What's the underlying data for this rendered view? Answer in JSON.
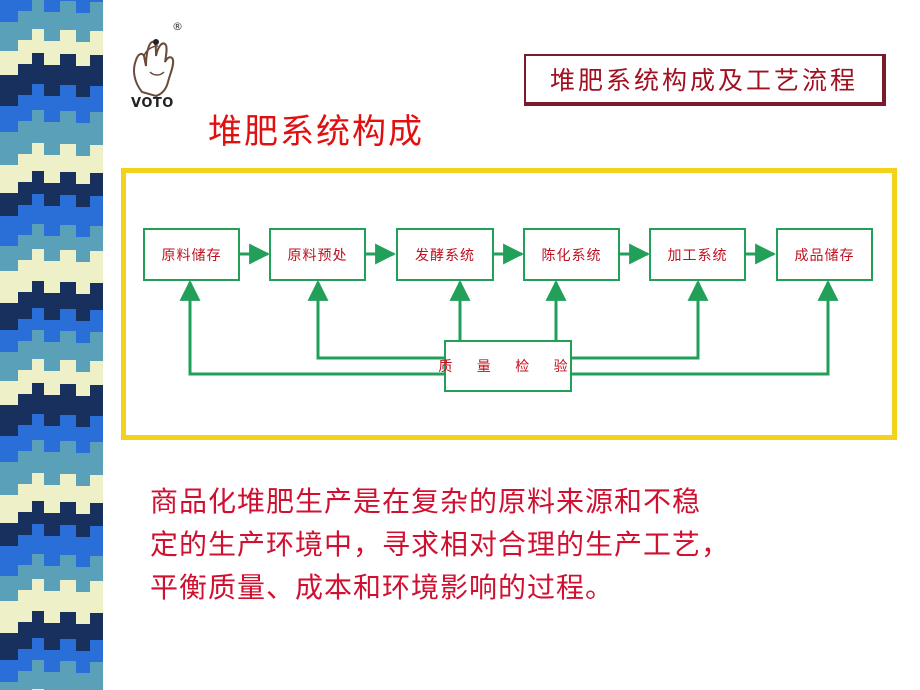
{
  "slide": {
    "title_box": "堆肥系统构成及工艺流程",
    "heading": "堆肥系统构成",
    "logo_text": "VOTO",
    "registered_mark": "®",
    "body_lines": [
      "商品化堆肥生产是在复杂的原料来源和不稳",
      "定的生产环境中，寻求相对合理的生产工艺，",
      "平衡质量、成本和环境影响的过程。"
    ]
  },
  "diagram": {
    "process_steps": [
      "原料储存",
      "原料预处",
      "发酵系统",
      "陈化系统",
      "加工系统",
      "成品储存"
    ],
    "quality_box": "质 量 检 验"
  },
  "colors": {
    "accent_red": "#e01010",
    "title_border": "#7a1a2a",
    "frame_yellow": "#f2d21a",
    "diagram_green": "#22a05a",
    "sidebar_blue": "#2a6ed8",
    "sidebar_navy": "#17305e",
    "sidebar_cream": "#eef0c8",
    "sidebar_teal": "#5aa0b8"
  }
}
